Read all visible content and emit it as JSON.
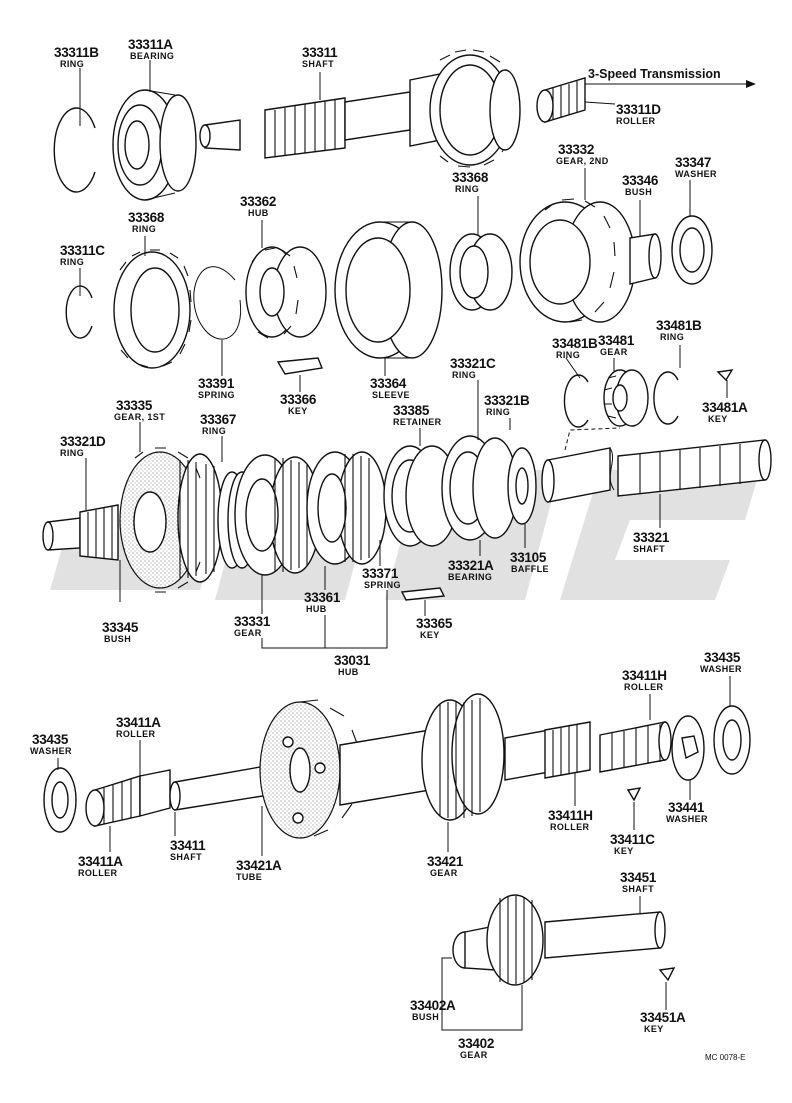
{
  "diagram": {
    "title": "3-Speed Transmission",
    "code": "MC 0078-E",
    "labels": [
      {
        "id": "33311B",
        "name": "RING"
      },
      {
        "id": "33311A",
        "name": "BEARING"
      },
      {
        "id": "33311",
        "name": "SHAFT"
      },
      {
        "id": "33311D",
        "name": "ROLLER"
      },
      {
        "id": "33311C",
        "name": "RING"
      },
      {
        "id": "33368",
        "name": "RING"
      },
      {
        "id": "33362",
        "name": "HUB"
      },
      {
        "id": "33368",
        "name": "RING"
      },
      {
        "id": "33332",
        "name": "GEAR, 2ND"
      },
      {
        "id": "33346",
        "name": "BUSH"
      },
      {
        "id": "33347",
        "name": "WASHER"
      },
      {
        "id": "33391",
        "name": "SPRING"
      },
      {
        "id": "33366",
        "name": "KEY"
      },
      {
        "id": "33364",
        "name": "SLEEVE"
      },
      {
        "id": "33321C",
        "name": "RING"
      },
      {
        "id": "33481B",
        "name": "RING"
      },
      {
        "id": "33481",
        "name": "GEAR"
      },
      {
        "id": "33481B",
        "name": "RING"
      },
      {
        "id": "33481A",
        "name": "KEY"
      },
      {
        "id": "33335",
        "name": "GEAR, 1ST"
      },
      {
        "id": "33367",
        "name": "RING"
      },
      {
        "id": "33385",
        "name": "RETAINER"
      },
      {
        "id": "33321B",
        "name": "RING"
      },
      {
        "id": "33321D",
        "name": "RING"
      },
      {
        "id": "33321",
        "name": "SHAFT"
      },
      {
        "id": "33321A",
        "name": "BEARING"
      },
      {
        "id": "33105",
        "name": "BAFFLE"
      },
      {
        "id": "33371",
        "name": "SPRING"
      },
      {
        "id": "33345",
        "name": "BUSH"
      },
      {
        "id": "33361",
        "name": "HUB"
      },
      {
        "id": "33331",
        "name": "GEAR"
      },
      {
        "id": "33365",
        "name": "KEY"
      },
      {
        "id": "33031",
        "name": "HUB"
      },
      {
        "id": "33411H",
        "name": "ROLLER"
      },
      {
        "id": "33435",
        "name": "WASHER"
      },
      {
        "id": "33435",
        "name": "WASHER"
      },
      {
        "id": "33411A",
        "name": "ROLLER"
      },
      {
        "id": "33411",
        "name": "SHAFT"
      },
      {
        "id": "33421A",
        "name": "TUBE"
      },
      {
        "id": "33421",
        "name": "GEAR"
      },
      {
        "id": "33411H",
        "name": "ROLLER"
      },
      {
        "id": "33441",
        "name": "WASHER"
      },
      {
        "id": "33411C",
        "name": "KEY"
      },
      {
        "id": "33411A",
        "name": "ROLLER"
      },
      {
        "id": "33451",
        "name": "SHAFT"
      },
      {
        "id": "33402A",
        "name": "BUSH"
      },
      {
        "id": "33451A",
        "name": "KEY"
      },
      {
        "id": "33402",
        "name": "GEAR"
      }
    ]
  }
}
